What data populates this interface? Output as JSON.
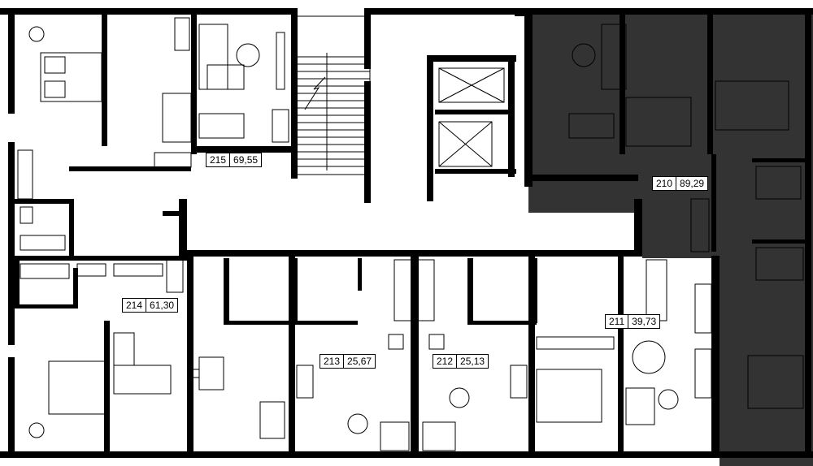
{
  "floorplan": {
    "colors": {
      "wall": "#000000",
      "highlight": "#333333",
      "background": "#ffffff"
    },
    "apartments": [
      {
        "number": "215",
        "area": "69,55",
        "highlighted": false
      },
      {
        "number": "210",
        "area": "89,29",
        "highlighted": true
      },
      {
        "number": "214",
        "area": "61,30",
        "highlighted": false
      },
      {
        "number": "213",
        "area": "25,67",
        "highlighted": false
      },
      {
        "number": "212",
        "area": "25,13",
        "highlighted": false
      },
      {
        "number": "211",
        "area": "39,73",
        "highlighted": false
      }
    ]
  }
}
